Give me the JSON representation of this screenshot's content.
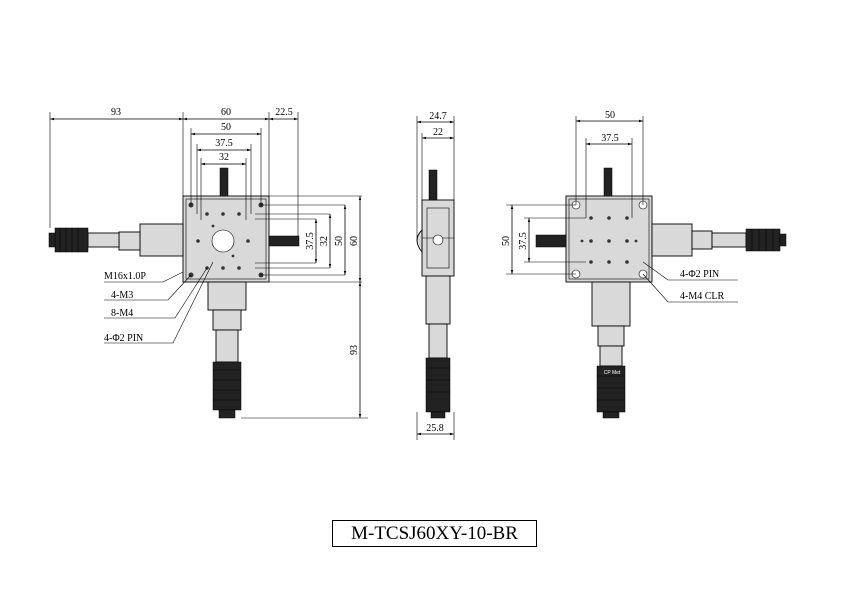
{
  "model": "M-TCSJ60XY-10-BR",
  "front_view": {
    "dims": [
      "93",
      "60",
      "50",
      "37.5",
      "32",
      "22.5",
      "37.5",
      "32",
      "50",
      "60",
      "93"
    ],
    "callouts": [
      "M16x1.0P",
      "4-M3",
      "8-M4",
      "4-Φ2 PIN"
    ]
  },
  "side_view": {
    "dims": [
      "24.7",
      "22",
      "25.8"
    ]
  },
  "back_view": {
    "dims": [
      "50",
      "37.5",
      "50",
      "37.5"
    ],
    "callouts": [
      "4-Φ2 PIN",
      "4-M4 CLR"
    ],
    "brand_text": "CP Met"
  }
}
